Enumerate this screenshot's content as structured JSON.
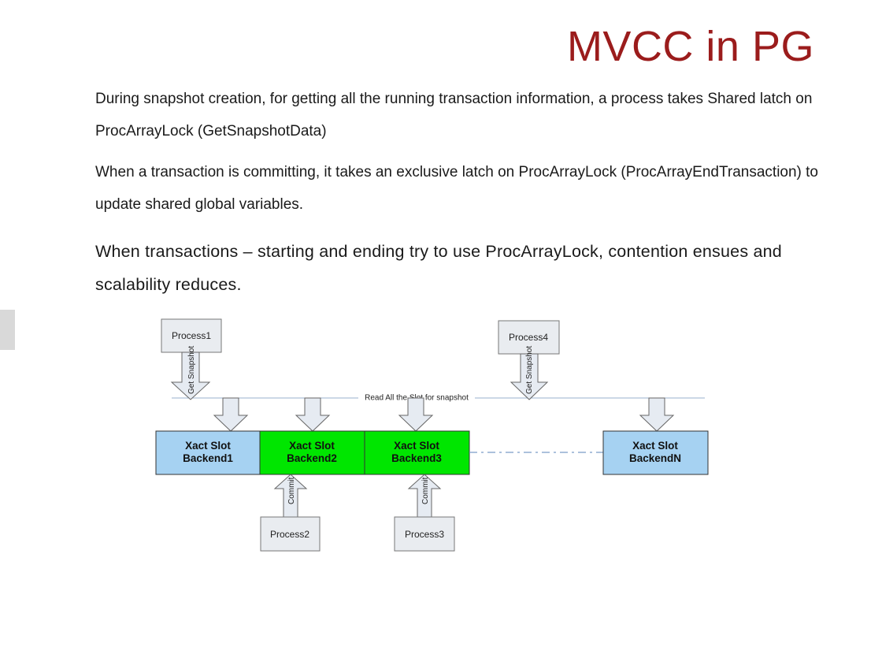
{
  "slide": {
    "title": "MVCC in PG",
    "paragraphs": [
      "During snapshot creation, for getting all the running transaction information, a process takes Shared latch on ProcArrayLock (GetSnapshotData)",
      "When a transaction is committing, it takes an exclusive latch on ProcArrayLock (ProcArrayEndTransaction) to update shared global variables.",
      "When transactions – starting and ending try to use ProcArrayLock, contention ensues and scalability reduces."
    ]
  },
  "diagram": {
    "processes": {
      "p1": "Process1",
      "p2": "Process2",
      "p3": "Process3",
      "p4": "Process4"
    },
    "arrows": {
      "get_snapshot": "Get Snapshot",
      "commit": "Commit"
    },
    "read_line_label": "Read All the Slot for snapshot",
    "slots": [
      {
        "line1": "Xact Slot",
        "line2": "Backend1",
        "color": "#a6d2f2"
      },
      {
        "line1": "Xact Slot",
        "line2": "Backend2",
        "color": "#00e600"
      },
      {
        "line1": "Xact Slot",
        "line2": "Backend3",
        "color": "#00e600"
      },
      {
        "line1": "Xact Slot",
        "line2": "BackendN",
        "color": "#a6d2f2"
      }
    ]
  },
  "colors": {
    "title": "#9b1c1c",
    "slot_idle": "#a6d2f2",
    "slot_active": "#00e600",
    "process_box": "#e9ecf0",
    "arrow_fill": "#e6ebf2"
  }
}
